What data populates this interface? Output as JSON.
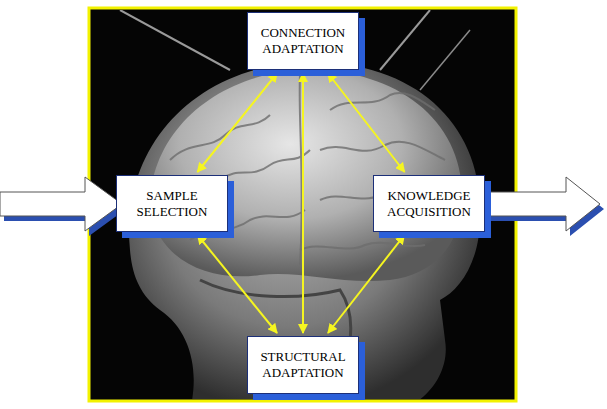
{
  "diagram": {
    "nodes": [
      {
        "text": [
          "CONNECTION ADAPTATION"
        ]
      },
      {
        "text": [
          "SAMPLE SELECTION"
        ]
      },
      {
        "text": [
          "KNOWLEDGE ACQUISITION"
        ]
      },
      {
        "text": [
          "STRUCTURAL ADAPTATION"
        ]
      }
    ],
    "edges": [
      {
        "from": 0,
        "to": 1,
        "arrow": "both"
      },
      {
        "from": 0,
        "to": 2,
        "arrow": "both"
      },
      {
        "from": 0,
        "to": 3,
        "arrow": "both"
      },
      {
        "from": 1,
        "to": 3,
        "arrow": "both"
      },
      {
        "from": 2,
        "to": 3,
        "arrow": "both"
      }
    ]
  }
}
